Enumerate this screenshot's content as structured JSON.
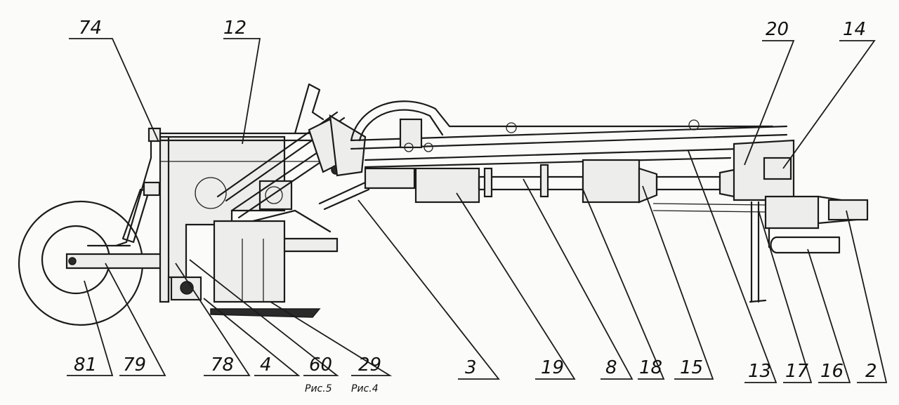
{
  "callouts": [
    {
      "id": "c74",
      "text": "74"
    },
    {
      "id": "c12",
      "text": "12"
    },
    {
      "id": "c20",
      "text": "20"
    },
    {
      "id": "c14",
      "text": "14"
    },
    {
      "id": "c81",
      "text": "81"
    },
    {
      "id": "c79",
      "text": "79"
    },
    {
      "id": "c78",
      "text": "78"
    },
    {
      "id": "c4",
      "text": "4"
    },
    {
      "id": "c60",
      "text": "60"
    },
    {
      "id": "c29",
      "text": "29"
    },
    {
      "id": "c3",
      "text": "3"
    },
    {
      "id": "c19",
      "text": "19"
    },
    {
      "id": "c8",
      "text": "8"
    },
    {
      "id": "c18",
      "text": "18"
    },
    {
      "id": "c15",
      "text": "15"
    },
    {
      "id": "c13",
      "text": "13"
    },
    {
      "id": "c17",
      "text": "17"
    },
    {
      "id": "c16",
      "text": "16"
    },
    {
      "id": "c2",
      "text": "2"
    }
  ],
  "figure_refs": {
    "ref_60": "Рис.5",
    "ref_29": "Рис.4"
  }
}
